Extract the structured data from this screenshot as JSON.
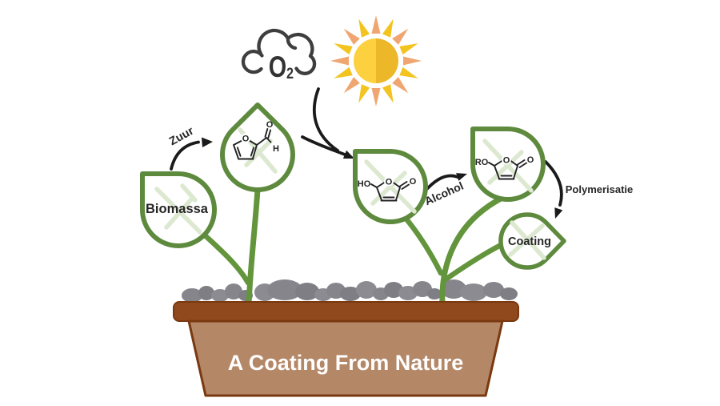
{
  "diagram": {
    "cloud": {
      "gas": "O",
      "gas_subscript": "2"
    },
    "process": {
      "source_label": "Biomassa",
      "step1_label": "Zuur",
      "step2_label": "Alcohol",
      "step3_label": "Polymerisatie",
      "product_label": "Coating"
    },
    "molecules": {
      "furfural": {
        "ring_oxygen": "O",
        "carbonyl_oxygen": "O",
        "aldehyde_hydrogen": "H"
      },
      "hydroxyfuranone": {
        "substituent": "HO",
        "ring_oxygen": "O",
        "carbonyl_oxygen": "O"
      },
      "alkoxyfuranone": {
        "substituent": "RO",
        "ring_oxygen": "O",
        "carbonyl_oxygen": "O"
      }
    },
    "pot": {
      "title": "A Coating From Nature"
    },
    "colors": {
      "leaf_outline_green": "#5E8A3E",
      "stem_green": "#63953C",
      "leaf_vein_green": "#DCE8D0",
      "cloud_outline_gray": "#3E3E3E",
      "arrow_black": "#1A1A1A",
      "label_dark": "#262626",
      "sun_core_left_yellow": "#FDD040",
      "sun_core_right_yellow": "#ECB829",
      "sun_ray_yellow": "#F3C320",
      "sun_ray_salmon": "#F0A670",
      "pebble_gray": "#85858B",
      "pot_rim_brown": "#8F491C",
      "pot_body_brown": "#B48767",
      "pot_outline_brown": "#7A3910",
      "title_white": "#FFFFFF"
    }
  }
}
